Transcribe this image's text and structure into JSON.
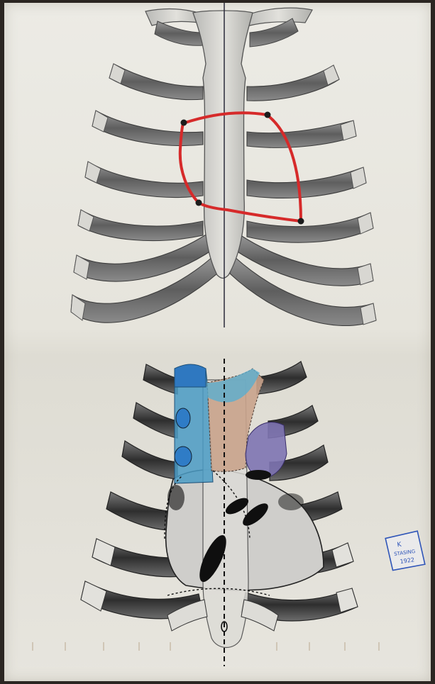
{
  "stamp": {
    "line1": "K",
    "line2": "STASING",
    "line3": "1922"
  },
  "colors": {
    "paper": "#e9e7e0",
    "bone_shade": "#6e6e6e",
    "heart_outline": "#d62a2a",
    "superior_vena_cava": "#4a9bc4",
    "aorta": "#c9a38c",
    "pulmonary_artery": "#7e74b2",
    "stamp_ink": "#2f55b8"
  },
  "icons": {
    "upper_figure": "ribcage-with-heart-outline",
    "lower_figure": "ribcage-with-heart-vessels",
    "stamp": "ownership-stamp"
  }
}
